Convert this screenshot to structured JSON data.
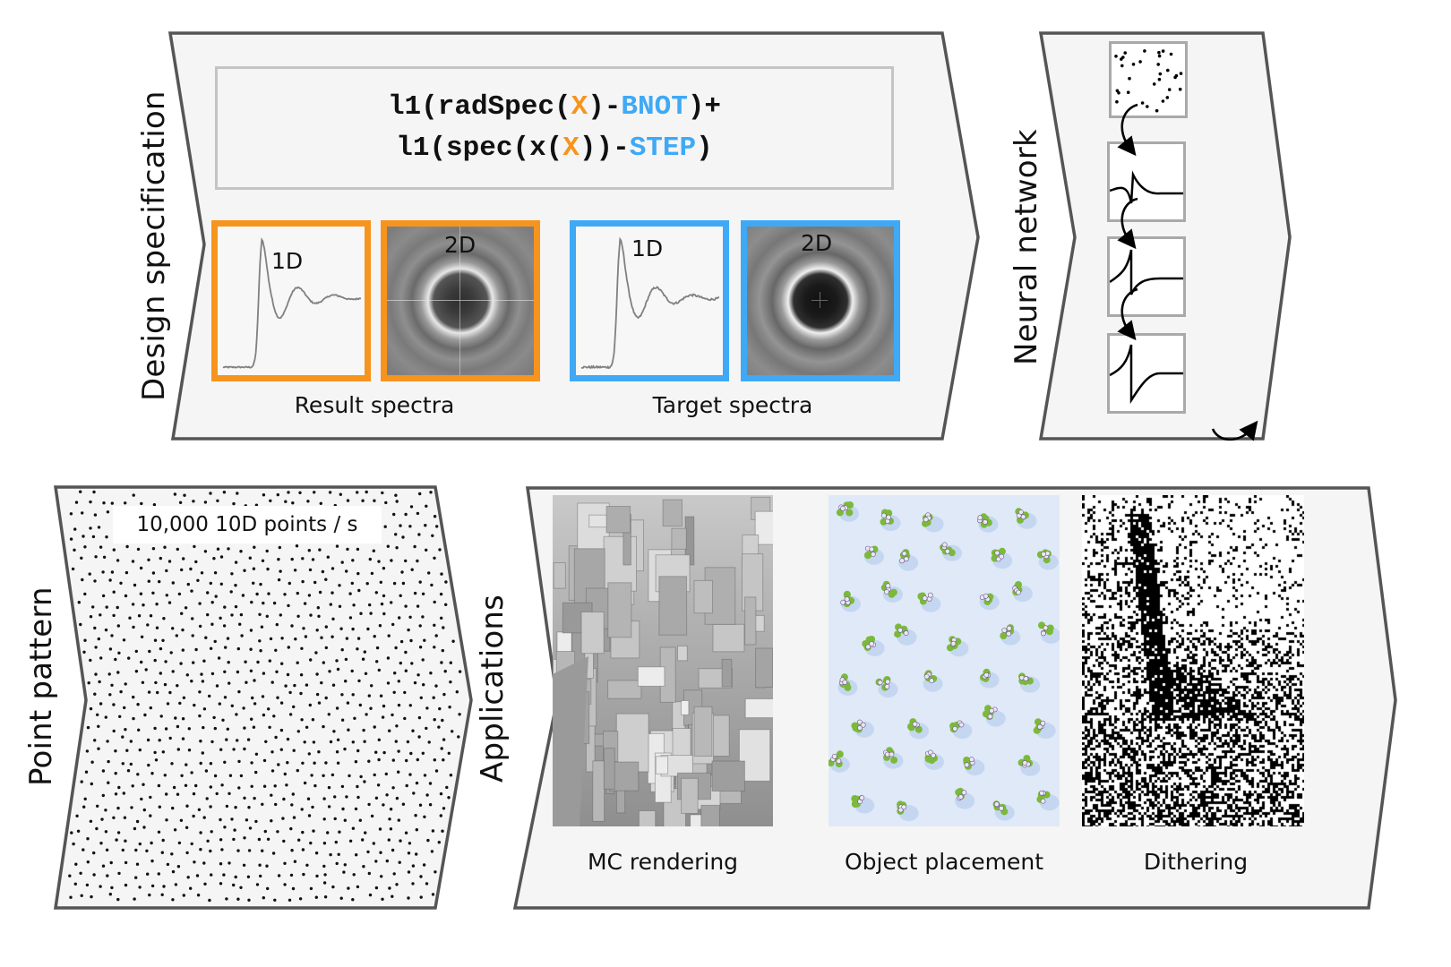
{
  "panels": {
    "design": {
      "label": "Design specification",
      "formula": {
        "line1": [
          {
            "text": "l1(radSpec(",
            "color": "default"
          },
          {
            "text": "X",
            "color": "orange"
          },
          {
            "text": ")-",
            "color": "default"
          },
          {
            "text": "BNOT",
            "color": "blue"
          },
          {
            "text": ")+",
            "color": "default"
          }
        ],
        "line2": [
          {
            "text": "l1(spec(x(",
            "color": "default"
          },
          {
            "text": "X",
            "color": "orange"
          },
          {
            "text": "))-",
            "color": "default"
          },
          {
            "text": "STEP",
            "color": "blue"
          },
          {
            "text": ")",
            "color": "default"
          }
        ]
      },
      "result": {
        "caption": "Result spectra",
        "plot1d_label": "1D",
        "plot2d_label": "2D",
        "color": "#f7941d"
      },
      "target": {
        "caption": "Target spectra",
        "plot1d_label": "1D",
        "plot2d_label": "2D",
        "color": "#3fa9f5"
      }
    },
    "neural": {
      "label": "Neural network",
      "layers": [
        "input-points",
        "activation-1",
        "activation-2",
        "activation-3"
      ]
    },
    "points": {
      "label": "Point pattern",
      "rate": "10,000 10D points / s"
    },
    "applications": {
      "label": "Applications",
      "items": [
        {
          "caption": "MC rendering",
          "kind": "city-render"
        },
        {
          "caption": "Object placement",
          "kind": "flower-placement"
        },
        {
          "caption": "Dithering",
          "kind": "dither"
        }
      ]
    }
  },
  "colors": {
    "orange": "#f7941d",
    "blue": "#3fa9f5",
    "panel_fill": "#f5f5f5",
    "panel_stroke": "#555555"
  }
}
